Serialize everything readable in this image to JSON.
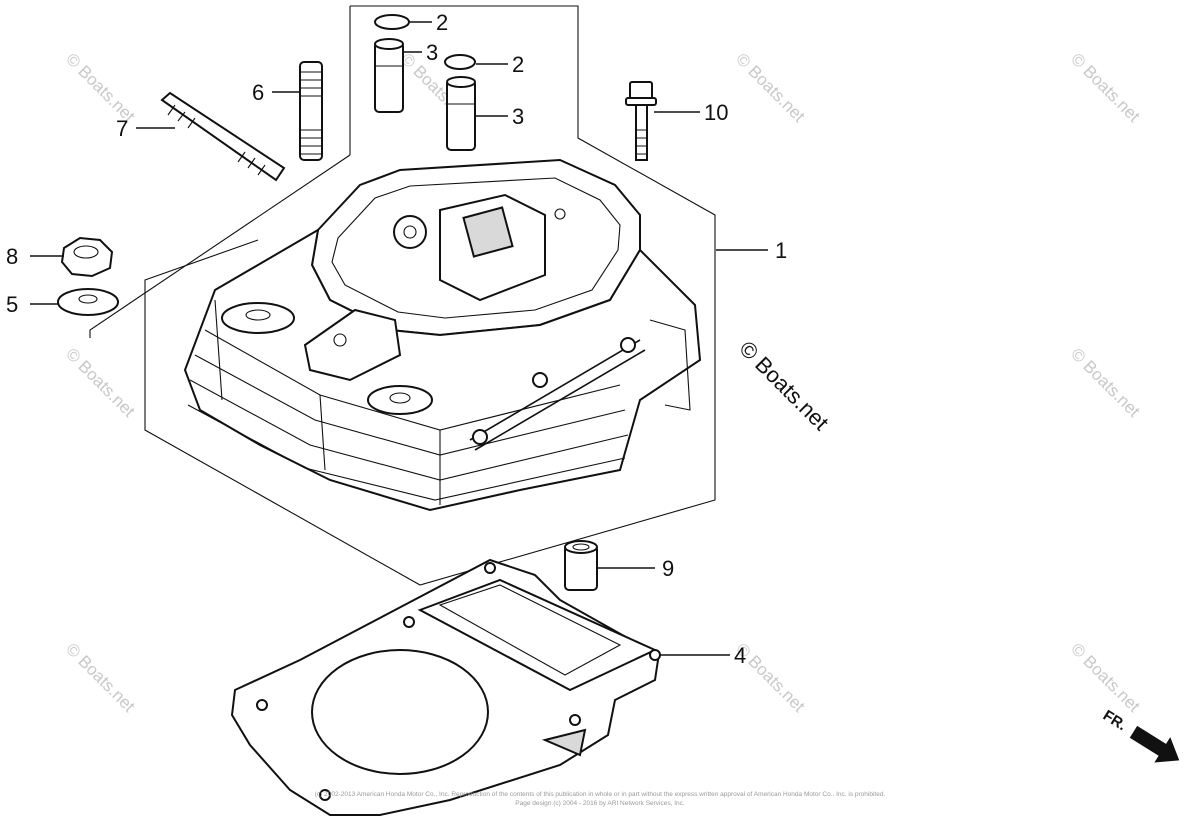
{
  "diagram": {
    "callouts": [
      {
        "id": "c1",
        "label": "1"
      },
      {
        "id": "c2a",
        "label": "2"
      },
      {
        "id": "c2b",
        "label": "2"
      },
      {
        "id": "c3a",
        "label": "3"
      },
      {
        "id": "c3b",
        "label": "3"
      },
      {
        "id": "c4",
        "label": "4"
      },
      {
        "id": "c5",
        "label": "5"
      },
      {
        "id": "c6",
        "label": "6"
      },
      {
        "id": "c7",
        "label": "7"
      },
      {
        "id": "c8",
        "label": "8"
      },
      {
        "id": "c9",
        "label": "9"
      },
      {
        "id": "c10",
        "label": "10"
      }
    ],
    "watermark_text": "© Boats.net",
    "center_watermark_text": "© Boats.net",
    "front_indicator": "FR.",
    "copyright_line1": "(c) 2002-2013 American Honda Motor Co., Inc. Reproduction of the contents of this publication in whole or in part without the express written approval of American Honda Motor Co., Inc. is prohibited.",
    "copyright_line2": "Page design (c) 2004 - 2016 by ARI Network Services, Inc.",
    "colors": {
      "line": "#111111",
      "watermark": "#c8c8c8",
      "background": "#ffffff"
    }
  }
}
